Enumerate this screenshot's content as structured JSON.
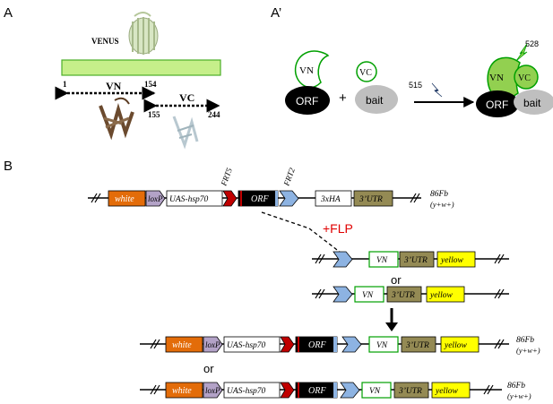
{
  "panels": {
    "A": "A",
    "A_prime": "A’",
    "B": "B"
  },
  "venus": {
    "label": "VENUS",
    "vn": {
      "label": "VN",
      "start": "1",
      "end": "154"
    },
    "vc": {
      "label": "VC",
      "start": "155",
      "end": "244"
    }
  },
  "bifc": {
    "orf": "ORF",
    "plus": "+",
    "bait": "bait",
    "vn": "VN",
    "vc": "VC",
    "excitation_nm": "515",
    "emission_nm": "528"
  },
  "construct": {
    "white": "white",
    "loxp": "loxP",
    "uas": "UAS-hsp70",
    "frt5": "FRT5",
    "frt2": "FRT2",
    "orf": "ORF",
    "ha": "3xHA",
    "utr": "3’UTR",
    "vn": "VN",
    "yellow": "yellow",
    "locus": "86Fb",
    "genotype": "(y+w+)",
    "flp": "+FLP",
    "or": "or"
  },
  "colors": {
    "white_gene": "#e36c09",
    "loxp": "#b3a2c7",
    "frt5": "#c00000",
    "orf": "#000000",
    "frt2": "#8db3e2",
    "utr": "#948a54",
    "yellow_gene": "#ffff00",
    "vn_border": "#00a000",
    "venus_bar": "#c6ef8a",
    "flp": "#e00000"
  }
}
